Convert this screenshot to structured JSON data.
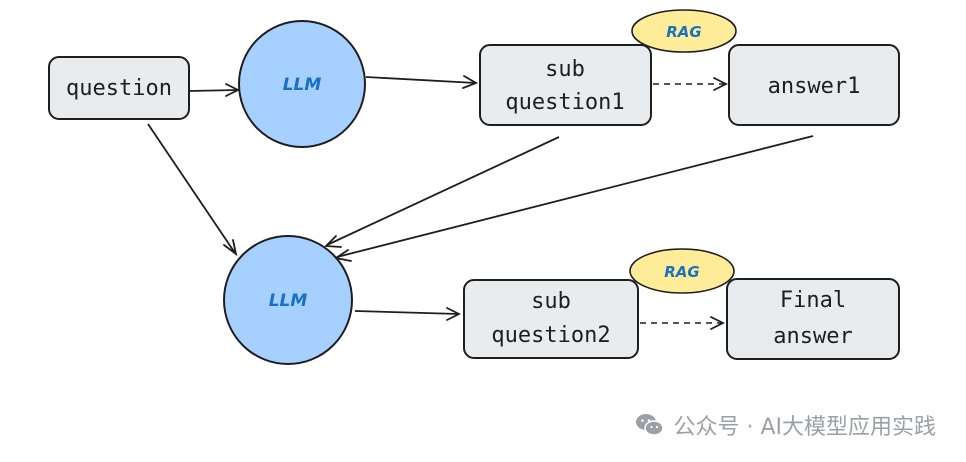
{
  "nodes": {
    "question": "question",
    "llm1": "LLM",
    "sub_question1_line1": "sub",
    "sub_question1_line2": "question1",
    "answer1": "answer1",
    "llm2": "LLM",
    "sub_question2_line1": "sub",
    "sub_question2_line2": "question2",
    "final_answer_line1": "Final",
    "final_answer_line2": "answer",
    "rag1": "RAG",
    "rag2": "RAG"
  },
  "watermark": {
    "text": "公众号 · AI大模型应用实践",
    "icon": "wechat-icon"
  },
  "colors": {
    "box_fill": "#e9ecef",
    "llm_fill": "#a5d0ff",
    "rag_fill": "#ffec99",
    "accent_text": "#1971c2",
    "watermark": "#9aa0a6"
  }
}
